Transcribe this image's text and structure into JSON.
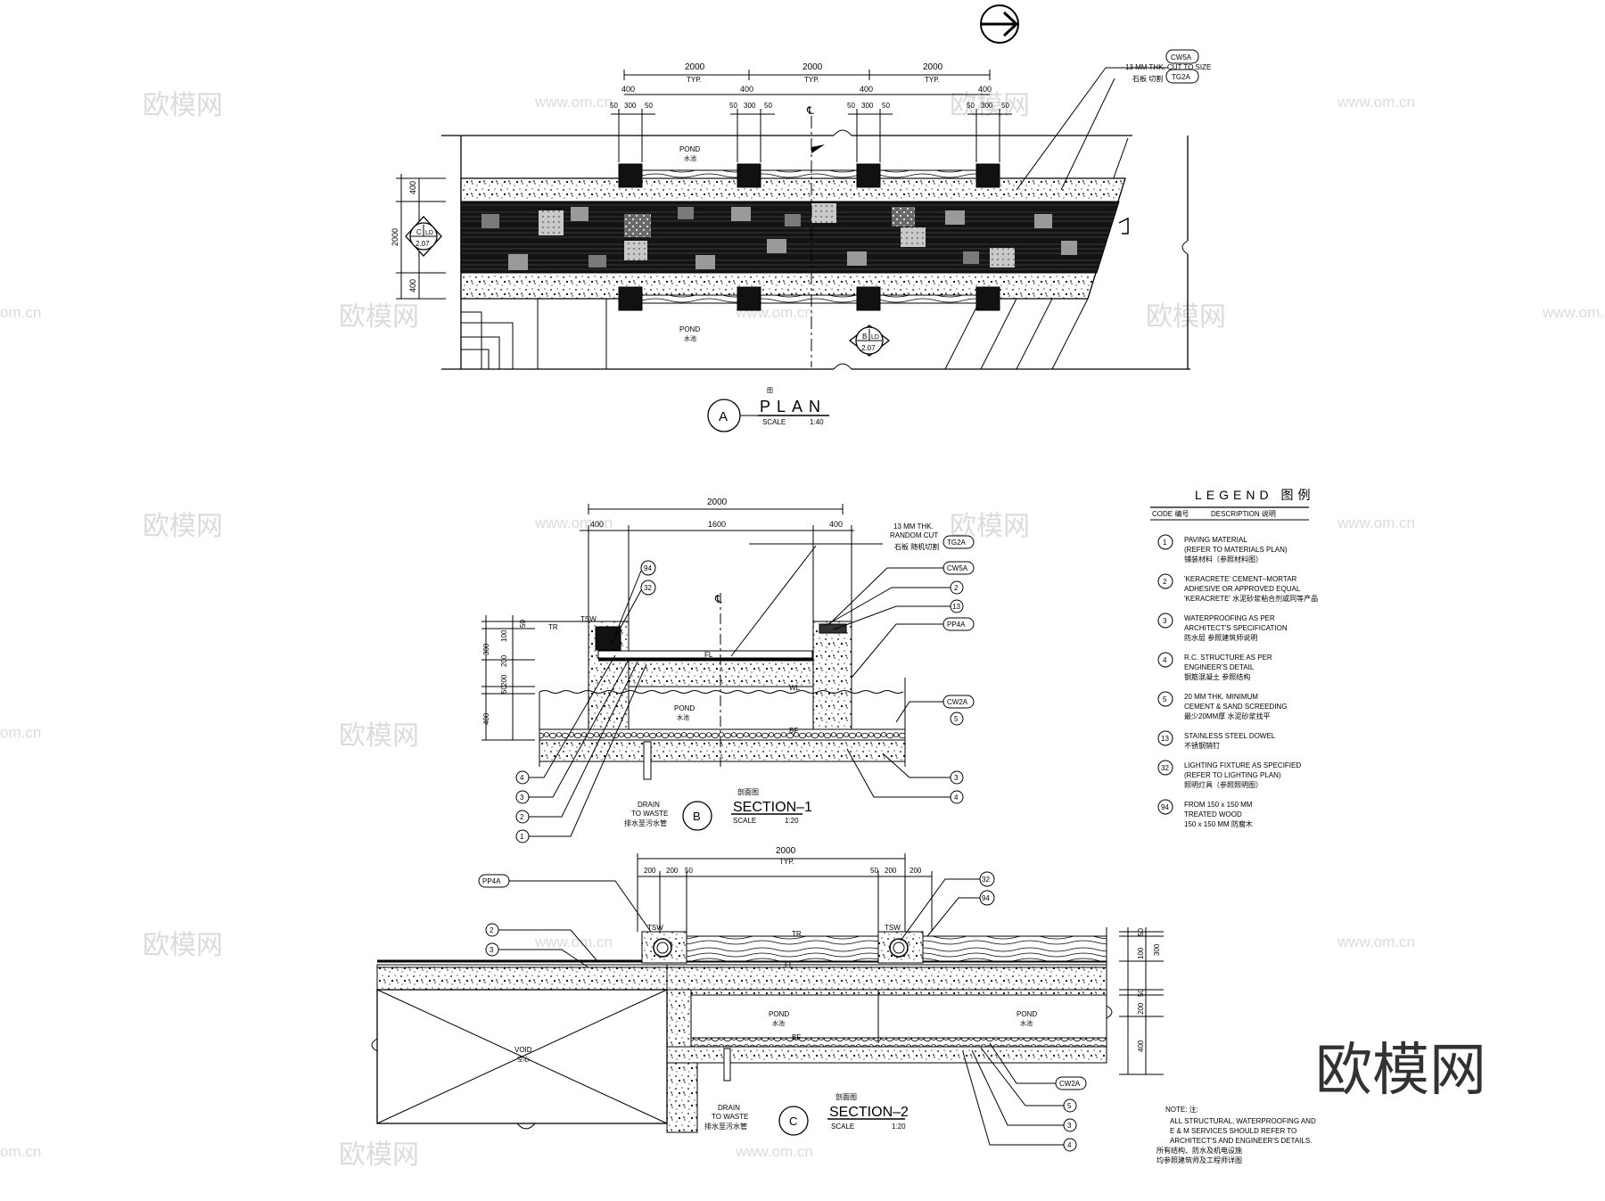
{
  "watermark": {
    "brand": "欧模网",
    "url": "www.om.cn",
    "tail": "om.cn"
  },
  "plan": {
    "title": "PLAN",
    "title_cn": "图",
    "scale": "SCALE",
    "scale_val": "1:40",
    "callout": "A",
    "dim_top": [
      "2000",
      "2000",
      "2000"
    ],
    "typ": "TYP.",
    "dim_sub": [
      "400",
      "400",
      "400",
      "400"
    ],
    "dim_small": [
      "50",
      "300",
      "50"
    ],
    "dim_left": [
      "400",
      "2000",
      "400"
    ],
    "pond": "POND",
    "pond_cn": "水池",
    "centerline": "℄",
    "note_line1": "13 MM THK. CUT TO SIZE",
    "note_line2": "石板 切割",
    "tag1": "CW5A",
    "tag2": "TG2A",
    "sec_c_letter": "C",
    "sec_c_sheet": "LD",
    "sec_c_num": "2.07",
    "sec_b_letter": "B",
    "sec_b_sheet": "LD",
    "sec_b_num": "2.07"
  },
  "section1": {
    "callout": "B",
    "title": "SECTION–1",
    "title_cn": "剖面图",
    "scale": "SCALE",
    "scale_val": "1:20",
    "dim_top": "2000",
    "dim_sub": [
      "400",
      "1600",
      "400"
    ],
    "dim_left": [
      "50",
      "100",
      "200",
      "300",
      "200",
      "50",
      "400"
    ],
    "note_line1": "13 MM THK.",
    "note_line2": "RANDOM CUT",
    "note_line3": "石板 随机切割",
    "tags": [
      "TG2A",
      "CW5A",
      "PP4A",
      "CW2A"
    ],
    "nums_left": [
      "94",
      "32",
      "4",
      "3",
      "2",
      "1"
    ],
    "nums_right": [
      "2",
      "13",
      "5",
      "3",
      "4"
    ],
    "lvl_tsw": "TSW",
    "lvl_tr": "TR",
    "lvl_fl": "FL",
    "lvl_wl": "WL",
    "lvl_bf": "BF",
    "pond": "POND",
    "pond_cn": "水池",
    "drain1": "DRAIN",
    "drain2": "TO WASTE",
    "drain_cn": "排水至污水管"
  },
  "section2": {
    "callout": "C",
    "title": "SECTION–2",
    "title_cn": "剖面图",
    "scale": "SCALE",
    "scale_val": "1:20",
    "dim_top": "2000",
    "typ": "TYP.",
    "dim_sub": [
      "200",
      "200",
      "50",
      "50",
      "200",
      "200"
    ],
    "dim_right": [
      "50",
      "100",
      "300",
      "50",
      "200",
      "400"
    ],
    "tags": [
      "PP4A",
      "CW2A"
    ],
    "nums_left": [
      "2",
      "3"
    ],
    "nums_right": [
      "32",
      "94",
      "5",
      "3",
      "4"
    ],
    "pond": "POND",
    "pond_cn": "水池",
    "void": "VOID",
    "void_cn": "空心",
    "lvl_tsw": "TSW",
    "lvl_tr": "TR",
    "lvl_fl": "FL",
    "lvl_bf": "BF",
    "drain1": "DRAIN",
    "drain2": "TO WASTE",
    "drain_cn": "排水至污水管"
  },
  "legend": {
    "title": "LEGEND 图例",
    "col_code": "CODE 编号",
    "col_desc": "DESCRIPTION 说明",
    "items": [
      {
        "num": "1",
        "lines": [
          "PAVING MATERIAL",
          "(REFER TO MATERIALS PLAN)",
          "铺装材料（参照材料图）"
        ]
      },
      {
        "num": "2",
        "lines": [
          "'KERACRETE' CEMENT–MORTAR",
          "ADHESIVE OR APPROVED EQUAL",
          "'KERACRETE' 水泥砂浆粘合剂或同等产品"
        ]
      },
      {
        "num": "3",
        "lines": [
          "WATERPROOFING AS PER",
          "ARCHITECT'S SPECIFICATION",
          "防水层 参照建筑师说明"
        ]
      },
      {
        "num": "4",
        "lines": [
          "R.C. STRUCTURE AS PER",
          "ENGINEER'S DETAIL",
          "钢筋混凝土 参照结构"
        ]
      },
      {
        "num": "5",
        "lines": [
          "20 MM THK. MINIMUM",
          "CEMENT & SAND SCREEDING",
          "最少20MM厚 水泥砂浆找平"
        ]
      },
      {
        "num": "13",
        "lines": [
          "STAINLESS STEEL DOWEL",
          "不锈钢销钉"
        ]
      },
      {
        "num": "32",
        "lines": [
          "LIGHTING FIXTURE AS SPECIFIED",
          "(REFER TO LIGHTING PLAN)",
          "照明灯具（参照照明图）"
        ]
      },
      {
        "num": "94",
        "lines": [
          "FROM 150 x 150 MM",
          "TREATED WOOD",
          "150 x 150 MM 防腐木"
        ]
      }
    ]
  },
  "note": {
    "title": "NOTE: 注:",
    "lines": [
      "ALL STRUCTURAL, WATERPROOFING AND",
      "E & M SERVICES SHOULD REFER TO",
      "ARCHITECT'S AND ENGINEER'S DETAILS.",
      "所有结构、防水及机电设施",
      "均参照建筑师及工程师详图"
    ]
  }
}
